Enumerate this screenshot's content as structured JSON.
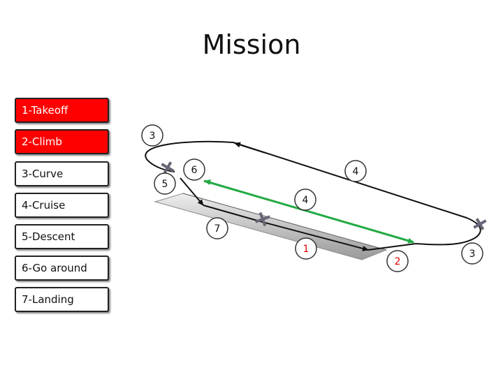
{
  "title": "Mission",
  "legend": [
    {
      "label": "1-Takeoff",
      "active": true
    },
    {
      "label": "2-Climb",
      "active": true
    },
    {
      "label": "3-Curve",
      "active": false
    },
    {
      "label": "4-Cruise",
      "active": false
    },
    {
      "label": "5-Descent",
      "active": false
    },
    {
      "label": "6-Go around",
      "active": false
    },
    {
      "label": "7-Landing",
      "active": false
    }
  ],
  "markers": {
    "m1": "1",
    "m2": "2",
    "m3_left": "3",
    "m3_right": "3",
    "m4_top": "4",
    "m4_mid": "4",
    "m5": "5",
    "m6": "6",
    "m7": "7"
  },
  "colors": {
    "active_fill": "#ff0000",
    "cruise_path": "#22aa44",
    "flight_path": "#111111",
    "runway": "#bbbbbb"
  }
}
